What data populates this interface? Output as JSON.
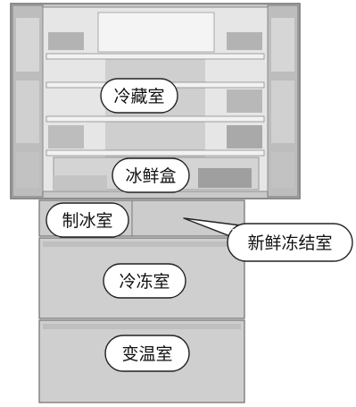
{
  "labels": {
    "fridge": "冷藏室",
    "crisper": "冰鲜盒",
    "ice": "制冰室",
    "fresh": "新鲜冻结室",
    "freezer": "冷冻室",
    "variable": "变温室"
  }
}
